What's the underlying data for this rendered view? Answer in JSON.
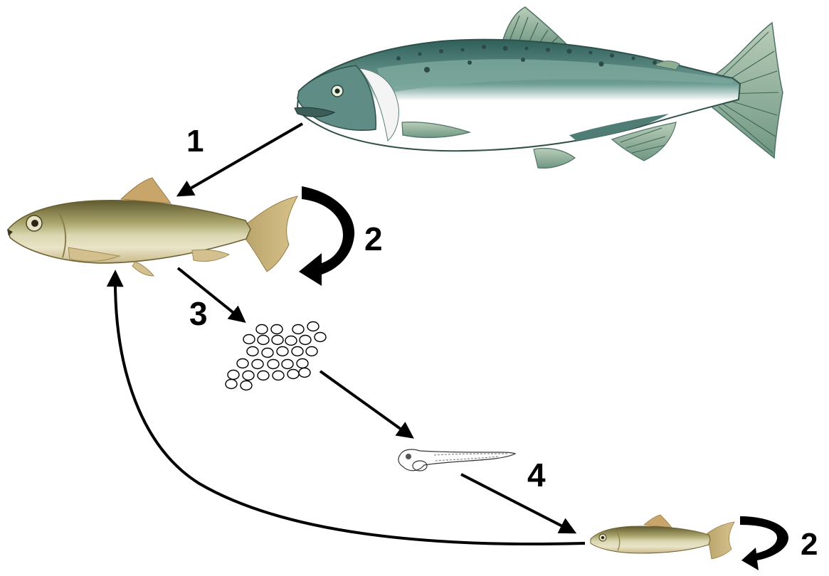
{
  "labels": {
    "step_1": "1",
    "step_2_adult": "2",
    "step_3": "3",
    "step_4": "4",
    "step_2_juvenile": "2"
  },
  "icons": {
    "predator": "salmon-icon",
    "adult": "adult-fish-icon",
    "eggs": "eggs-icon",
    "larva": "larva-icon",
    "juvenile": "juvenile-fish-icon"
  },
  "colors": {
    "arrow": "#000000",
    "salmon_back": "#3f6f68",
    "salmon_side": "#7fa9a0",
    "salmon_belly": "#ffffff",
    "salmon_fin": "#8fae94",
    "fish_back": "#6f6a3c",
    "fish_mid": "#c9c79a",
    "fish_belly": "#f2eedc",
    "fish_fin": "#c2a26b"
  }
}
